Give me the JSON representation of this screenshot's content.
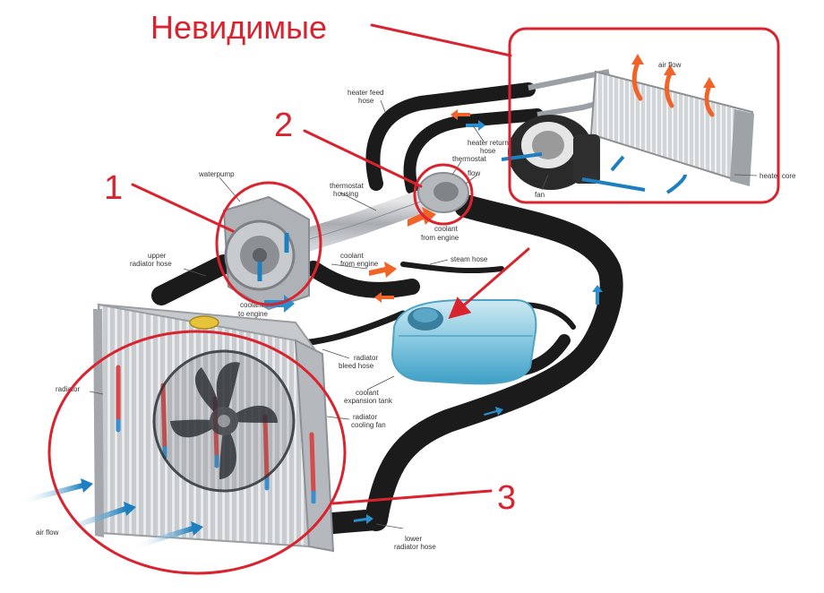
{
  "annotations": {
    "title": "Невидимые",
    "marker_1": "1",
    "marker_2": "2",
    "marker_3": "3",
    "color": "#d9232e"
  },
  "labels": {
    "heater_feed_1": "heater feed",
    "heater_feed_2": "hose",
    "air_flow_top": "air flow",
    "heater_return_1": "heater return",
    "heater_return_2": "hose",
    "thermostat": "thermostat",
    "flow": "flow",
    "fan": "fan",
    "heater_core": "heater core",
    "waterpump": "waterpump",
    "thermostat_housing_1": "thermostat",
    "thermostat_housing_2": "housing",
    "coolant_from_engine_a1": "coolant",
    "coolant_from_engine_a2": "from engine",
    "upper_radiator_hose_1": "upper",
    "upper_radiator_hose_2": "radiator hose",
    "coolant_from_engine_b1": "coolant",
    "coolant_from_engine_b2": "from engine",
    "steam_hose": "steam hose",
    "coolant_to_engine_1": "coolant",
    "coolant_to_engine_2": "to engine",
    "radiator": "radiator",
    "radiator_bleed_hose_1": "radiator",
    "radiator_bleed_hose_2": "bleed hose",
    "coolant_expansion_tank_1": "coolant",
    "coolant_expansion_tank_2": "expansion tank",
    "radiator_cooling_fan_1": "radiator",
    "radiator_cooling_fan_2": "cooling fan",
    "air_flow_bottom": "air flow",
    "lower_radiator_hose_1": "lower",
    "lower_radiator_hose_2": "radiator hose"
  },
  "colors": {
    "hose": "#1b1b1b",
    "coolant_hot": "#f0642a",
    "coolant_cold": "#2a8fcf",
    "tank": "#56b7d6",
    "metal": "#b8bcc0"
  }
}
